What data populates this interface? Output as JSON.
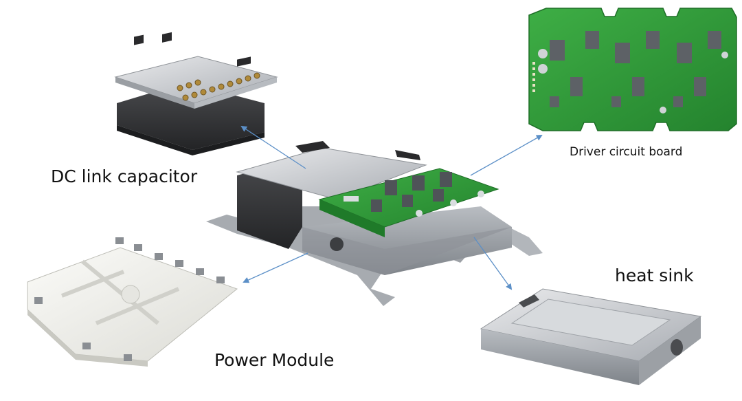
{
  "labels": {
    "dc_link_capacitor": "DC link capacitor",
    "driver_circuit_board": "Driver circuit board",
    "heat_sink": "heat sink",
    "power_module": "Power Module"
  },
  "colors": {
    "arrow": "#5b8fc7",
    "pcb_green": "#2f9a3a",
    "silver": "#c9ccd0",
    "housing_dark": "#3a3b3d",
    "module_white": "#f2f2ef"
  }
}
